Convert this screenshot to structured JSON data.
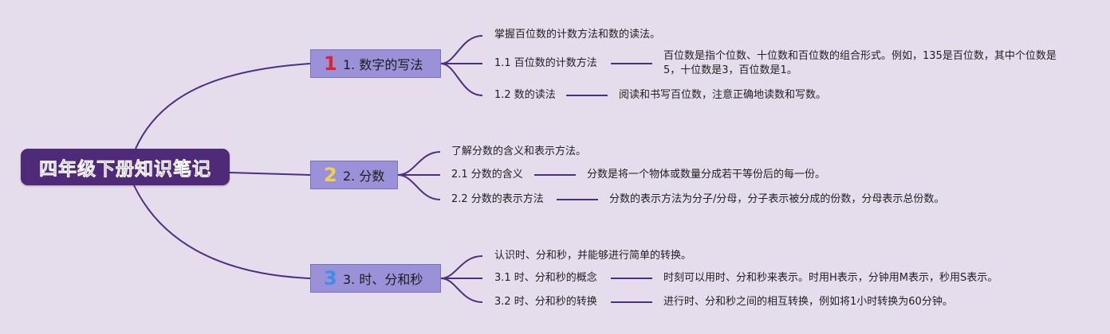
{
  "root": {
    "title": "四年级下册知识笔记"
  },
  "branches": [
    {
      "number": "1",
      "title": "1. 数字的写法",
      "intro": "掌握百位数的计数方法和数的读法。",
      "subs": [
        {
          "label": "1.1 百位数的计数方法",
          "detail": "百位数是指个位数、十位数和百位数的组合形式。例如，135是百位数，其中个位数是5，十位数是3，百位数是1。"
        },
        {
          "label": "1.2 数的读法",
          "detail": "阅读和书写百位数，注意正确地读数和写数。"
        }
      ]
    },
    {
      "number": "2",
      "title": "2. 分数",
      "intro": "了解分数的含义和表示方法。",
      "subs": [
        {
          "label": "2.1 分数的含义",
          "detail": "分数是将一个物体或数量分成若干等份后的每一份。"
        },
        {
          "label": "2.2 分数的表示方法",
          "detail": "分数的表示方法为分子/分母，分子表示被分成的份数，分母表示总份数。"
        }
      ]
    },
    {
      "number": "3",
      "title": "3. 时、分和秒",
      "intro": "认识时、分和秒，并能够进行简单的转换。",
      "subs": [
        {
          "label": "3.1 时、分和秒的概念",
          "detail": "时刻可以用时、分和秒来表示。时用H表示，分钟用M表示，秒用S表示。"
        },
        {
          "label": "3.2 时、分和秒的转换",
          "detail": "进行时、分和秒之间的相互转换，例如将1小时转换为60分钟。"
        }
      ]
    }
  ],
  "colors": {
    "background": "#e5dcec",
    "root_fill": "#4e2a78",
    "branch_fill": "#9a91d8",
    "connector": "#4b2f86",
    "number_1": "#e0222f",
    "number_2": "#f1d24a",
    "number_3": "#3d8ee8"
  }
}
